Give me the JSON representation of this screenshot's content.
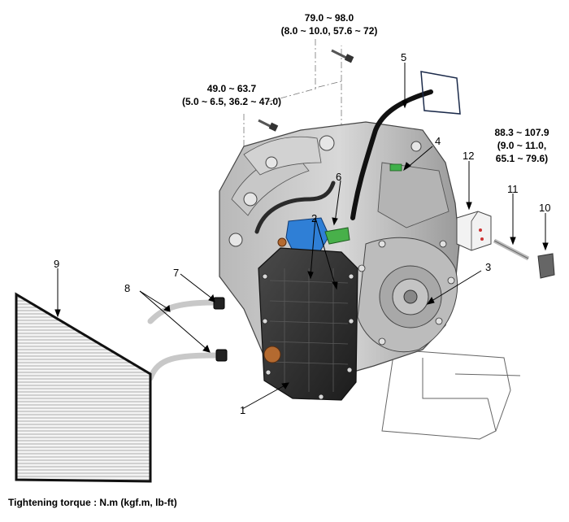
{
  "callouts": [
    "1",
    "2",
    "2",
    "3",
    "4",
    "5",
    "6",
    "7",
    "8",
    "9",
    "10",
    "11",
    "12"
  ],
  "torques": {
    "top": {
      "line1": "79.0 ~ 98.0",
      "line2": "(8.0 ~ 10.0, 57.6 ~ 72)"
    },
    "left": {
      "line1": "49.0 ~ 63.7",
      "line2": "(5.0 ~ 6.5, 36.2 ~ 47.0)"
    },
    "right": {
      "line1": "88.3 ~ 107.9",
      "line2": "(9.0 ~ 11.0,",
      "line3": "65.1 ~ 79.6)"
    }
  },
  "footer": "Tightening torque : N.m (kgf.m, lb-ft)"
}
